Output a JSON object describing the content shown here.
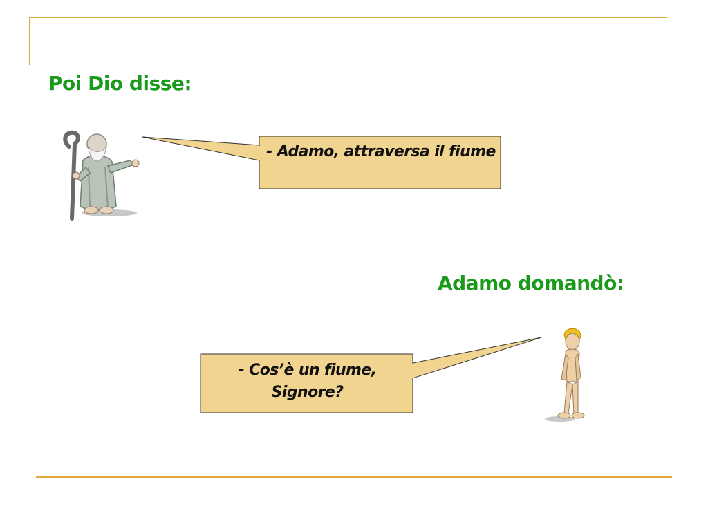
{
  "slide": {
    "god_heading": "Poi Dio disse:",
    "god_line": "- Adamo, attraversa il fiume",
    "adam_heading": "Adamo domandò:",
    "adam_line": "- Cos’è un fiume, Signore?"
  },
  "figures": {
    "god": "old-man-with-staff-icon",
    "adam": "standing-man-icon"
  },
  "colors": {
    "accent_line": "#e0a93a",
    "heading_green": "#1a9a1a",
    "callout_fill": "#f0d490",
    "callout_stroke": "#333333"
  }
}
